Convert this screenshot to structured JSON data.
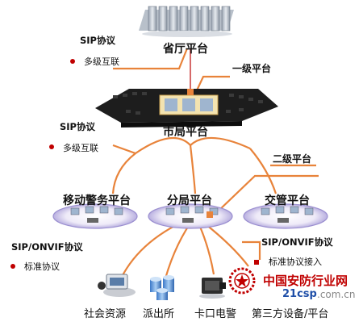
{
  "nodes": {
    "province": "省厅平台",
    "city": "市局平台",
    "mobile": "移动警务平台",
    "branch": "分局平台",
    "traffic": "交管平台"
  },
  "tiers": {
    "level1": "一级平台",
    "level2": "二级平台"
  },
  "protocols": {
    "top": {
      "name": "SIP协议",
      "note": "多级互联"
    },
    "middle": {
      "name": "SIP协议",
      "note": "多级互联"
    },
    "bottom_left": {
      "name": "SIP/ONVIF协议",
      "note": "标准协议"
    },
    "bottom_right": {
      "name": "SIP/ONVIF协议",
      "note": "标准协议接入"
    }
  },
  "endpoints": {
    "social": "社会资源",
    "police_station": "派出所",
    "checkpoint": "卡口电警",
    "third_party": "第三方设备/平台"
  },
  "watermark": {
    "name": "中国安防行业网",
    "url": "21csp",
    "suffix": ".com.cn"
  },
  "colors": {
    "line_orange": "#e8833a",
    "marker_red": "#c00000",
    "platform_dark": "#1d1d1d",
    "ring_purple": "#9b8fd0"
  }
}
